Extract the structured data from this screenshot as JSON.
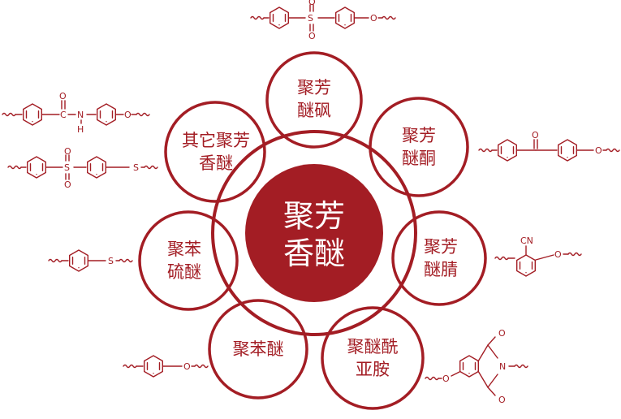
{
  "center": {
    "line1": "聚芳",
    "line2": "香醚"
  },
  "nodes": [
    {
      "id": "psu",
      "line1": "聚芳",
      "line2": "醚砜"
    },
    {
      "id": "peek",
      "line1": "聚芳",
      "line2": "醚酮"
    },
    {
      "id": "pen",
      "line1": "聚芳",
      "line2": "醚腈"
    },
    {
      "id": "pei",
      "line1": "聚醚酰",
      "line2": "亚胺"
    },
    {
      "id": "ppo",
      "line1": "聚苯醚",
      "line2": ""
    },
    {
      "id": "pps",
      "line1": "聚苯",
      "line2": "硫醚"
    },
    {
      "id": "other",
      "line1": "其它聚芳",
      "line2": "香醚"
    }
  ],
  "atoms": {
    "o": "O",
    "s": "S",
    "c": "C",
    "n": "N",
    "h": "H",
    "cn": "CN"
  },
  "colors": {
    "accent": "#a31d24",
    "background": "#ffffff"
  }
}
